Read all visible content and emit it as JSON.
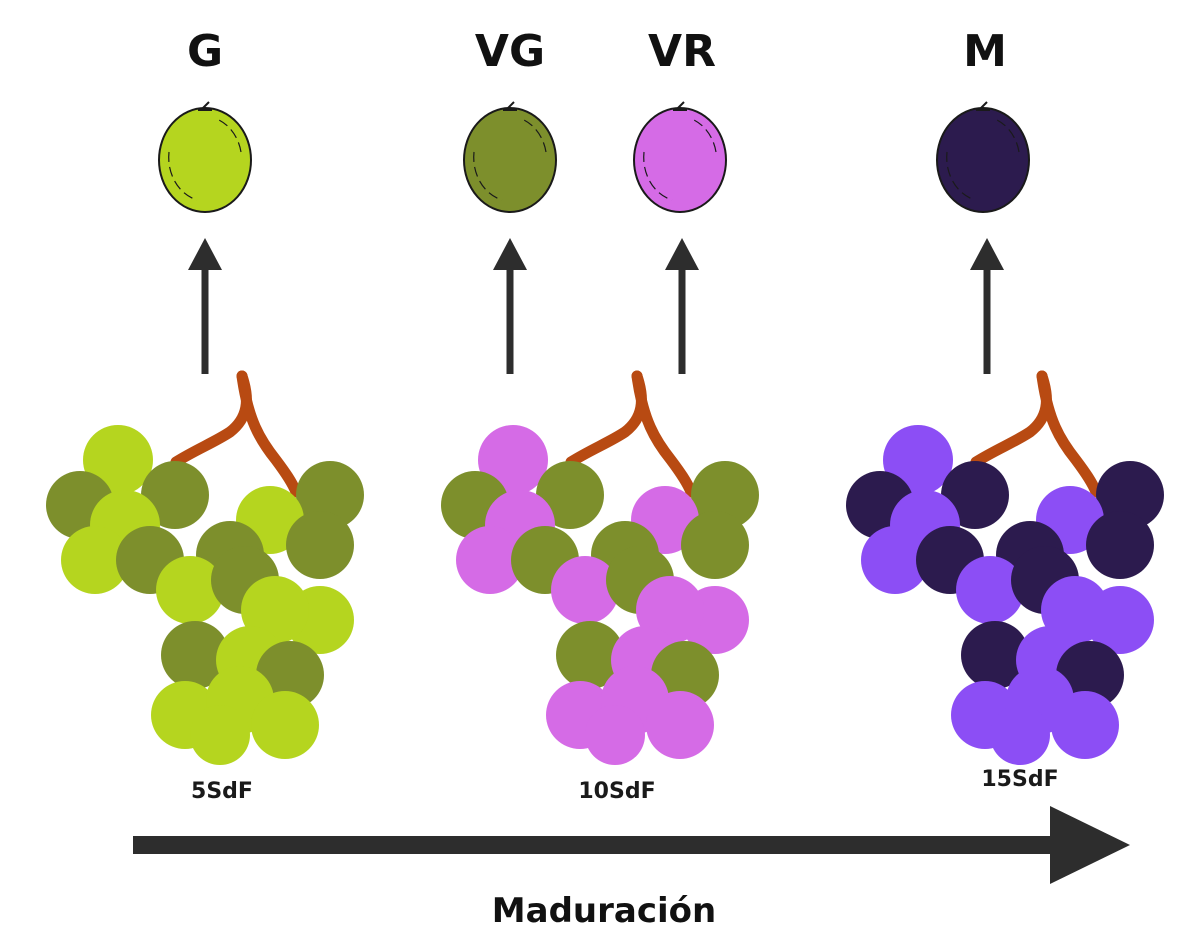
{
  "stages": [
    {
      "code": "G",
      "berry_color": "#b5d51f"
    },
    {
      "code": "VG",
      "berry_color": "#7d8f2c"
    },
    {
      "code": "VR",
      "berry_color": "#d56be6"
    },
    {
      "code": "M",
      "berry_color": "#2c1b4e"
    }
  ],
  "clusters": [
    {
      "time_label": "5SdF",
      "light_color": "#b5d51f",
      "dark_color": "#7d8f2c"
    },
    {
      "time_label": "10SdF",
      "light_color": "#d56be6",
      "dark_color": "#7d8f2c"
    },
    {
      "time_label": "15SdF",
      "light_color": "#8c4ef5",
      "dark_color": "#2c1b4e"
    }
  ],
  "axis": {
    "label": "Maduración"
  },
  "colors": {
    "stem": "#b84a12",
    "arrow": "#2d2d2d",
    "outline": "#1a1a1a"
  }
}
